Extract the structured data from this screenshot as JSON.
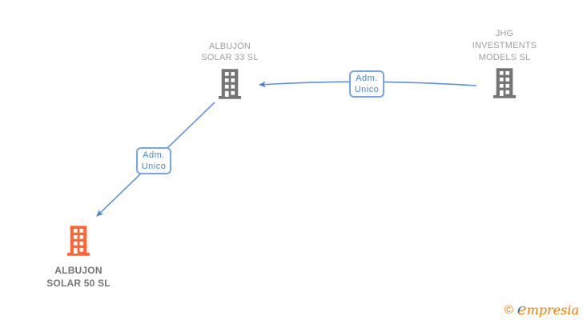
{
  "diagram": {
    "nodes": [
      {
        "name": "ALBUJON SOLAR 33 SL",
        "lines": [
          "ALBUJON",
          "SOLAR 33 SL"
        ],
        "icon": "building-icon",
        "emphasis": "muted"
      },
      {
        "name": "JHG INVESTMENTS MODELS SL",
        "lines": [
          "JHG",
          "INVESTMENTS",
          "MODELS SL"
        ],
        "icon": "building-icon",
        "emphasis": "muted"
      },
      {
        "name": "ALBUJON SOLAR 50 SL",
        "lines": [
          "ALBUJON",
          "SOLAR 50 SL"
        ],
        "icon": "building-icon",
        "emphasis": "highlight"
      }
    ],
    "edges": [
      {
        "from": "JHG INVESTMENTS MODELS SL",
        "to": "ALBUJON SOLAR 33 SL",
        "label": {
          "line1": "Adm.",
          "line2": "Unico"
        }
      },
      {
        "from": "ALBUJON SOLAR 33 SL",
        "to": "ALBUJON SOLAR 50 SL",
        "label": {
          "line1": "Adm.",
          "line2": "Unico"
        }
      }
    ]
  },
  "colors": {
    "building_gray": "#757575",
    "building_orange": "#FF6633",
    "edge_blue": "#5F8FDD",
    "arrowhead_blue": "#4A82D9",
    "edge_label_border": "#78A4E6",
    "edge_label_text": "#4A86C8",
    "node_label_muted": "#9E9E9E",
    "node_label_strong": "#757575",
    "logo_orange": "#EF7D00",
    "logo_blue": "#2D74A8"
  },
  "footer": {
    "copyright": "©",
    "brand_initial": "e",
    "brand_rest": "mpresia"
  }
}
